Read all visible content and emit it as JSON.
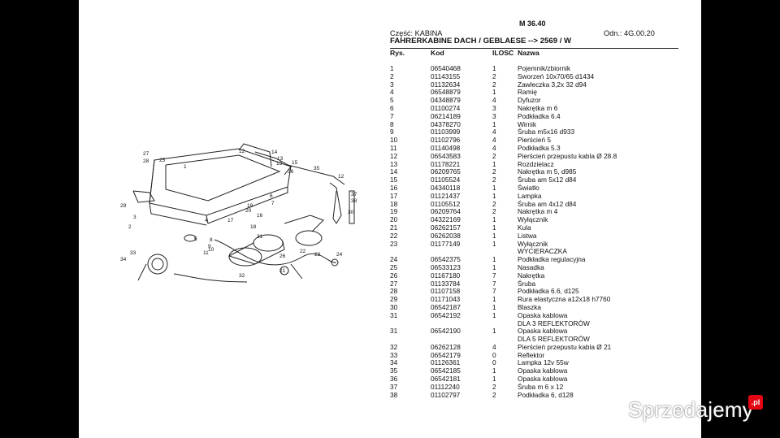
{
  "header": {
    "code": "M 36.40",
    "part_label": "Część: KABINA",
    "odn": "Odn.: 4G.00.20",
    "title": "FAHRERKABINE DACH / GEBLAESE --> 2569 / W"
  },
  "columns": [
    "Rys.",
    "Kod",
    "ILOSC",
    "Nazwa"
  ],
  "rows": [
    {
      "rys": "1",
      "kod": "06540468",
      "ilosc": "1",
      "nazwa": "Pojemnik/zbiornik"
    },
    {
      "rys": "2",
      "kod": "01143155",
      "ilosc": "2",
      "nazwa": "Sworzeń 10x70/65 d1434"
    },
    {
      "rys": "3",
      "kod": "01132634",
      "ilosc": "2",
      "nazwa": "Zawleczka 3,2x 32 d94"
    },
    {
      "rys": "4",
      "kod": "06548879",
      "ilosc": "1",
      "nazwa": "Ramię"
    },
    {
      "rys": "5",
      "kod": "04348879",
      "ilosc": "4",
      "nazwa": "Dyfuzor"
    },
    {
      "rys": "6",
      "kod": "01100274",
      "ilosc": "3",
      "nazwa": "Nakrętka m 6"
    },
    {
      "rys": "7",
      "kod": "06214189",
      "ilosc": "3",
      "nazwa": "Podkładka 6.4"
    },
    {
      "rys": "8",
      "kod": "04378270",
      "ilosc": "1",
      "nazwa": "Wirnik"
    },
    {
      "rys": "9",
      "kod": "01103999",
      "ilosc": "4",
      "nazwa": "Śruba m5x16 d933"
    },
    {
      "rys": "10",
      "kod": "01102796",
      "ilosc": "4",
      "nazwa": "Pierścień 5"
    },
    {
      "rys": "11",
      "kod": "01140498",
      "ilosc": "4",
      "nazwa": "Podkładka 5.3"
    },
    {
      "rys": "12",
      "kod": "06543583",
      "ilosc": "2",
      "nazwa": "Pierścień przepustu kabla Ø 28.8"
    },
    {
      "rys": "13",
      "kod": "01178221",
      "ilosc": "1",
      "nazwa": "Rozdzielacz"
    },
    {
      "rys": "14",
      "kod": "06209765",
      "ilosc": "2",
      "nazwa": "Nakrętka m 5, d985"
    },
    {
      "rys": "15",
      "kod": "01105524",
      "ilosc": "2",
      "nazwa": "Śruba am 5x12 d84"
    },
    {
      "rys": "16",
      "kod": "04340118",
      "ilosc": "1",
      "nazwa": "Światło"
    },
    {
      "rys": "17",
      "kod": "01121437",
      "ilosc": "1",
      "nazwa": "Lampka"
    },
    {
      "rys": "18",
      "kod": "01105512",
      "ilosc": "2",
      "nazwa": "Śruba am 4x12 d84"
    },
    {
      "rys": "19",
      "kod": "06209764",
      "ilosc": "2",
      "nazwa": "Nakrętka m 4"
    },
    {
      "rys": "20",
      "kod": "04322169",
      "ilosc": "1",
      "nazwa": "Wyłącznik"
    },
    {
      "rys": "21",
      "kod": "06262157",
      "ilosc": "1",
      "nazwa": "Kula"
    },
    {
      "rys": "22",
      "kod": "06262038",
      "ilosc": "1",
      "nazwa": "Listwa"
    },
    {
      "rys": "23",
      "kod": "01177149",
      "ilosc": "1",
      "nazwa": "Wyłącznik"
    },
    {
      "rys": "",
      "kod": "",
      "ilosc": "",
      "nazwa": "WYCIERACZKA"
    },
    {
      "rys": "24",
      "kod": "06542375",
      "ilosc": "1",
      "nazwa": "Podkładka regulacyjna"
    },
    {
      "rys": "25",
      "kod": "06533123",
      "ilosc": "1",
      "nazwa": "Nasadka"
    },
    {
      "rys": "26",
      "kod": "01167180",
      "ilosc": "7",
      "nazwa": "Nakrętka"
    },
    {
      "rys": "27",
      "kod": "01133784",
      "ilosc": "7",
      "nazwa": "Śruba"
    },
    {
      "rys": "28",
      "kod": "01107158",
      "ilosc": "7",
      "nazwa": "Podkładka 6.6, d125"
    },
    {
      "rys": "29",
      "kod": "01171043",
      "ilosc": "1",
      "nazwa": "Rura elastyczna a12x18 h7760"
    },
    {
      "rys": "30",
      "kod": "06542187",
      "ilosc": "1",
      "nazwa": "Blaszka"
    },
    {
      "rys": "31",
      "kod": "06542192",
      "ilosc": "1",
      "nazwa": "Opaska kablowa"
    },
    {
      "rys": "",
      "kod": "",
      "ilosc": "",
      "nazwa": "DLA 3 REFLEKTORÓW"
    },
    {
      "rys": "31",
      "kod": "06542190",
      "ilosc": "1",
      "nazwa": "Opaska kablowa"
    },
    {
      "rys": "",
      "kod": "",
      "ilosc": "",
      "nazwa": "DLA 5 REFLEKTORÓW"
    },
    {
      "rys": "32",
      "kod": "06262128",
      "ilosc": "4",
      "nazwa": "Pierścień przepustu kabla Ø 21"
    },
    {
      "rys": "33",
      "kod": "06542179",
      "ilosc": "0",
      "nazwa": "Reflektor"
    },
    {
      "rys": "34",
      "kod": "01126361",
      "ilosc": "0",
      "nazwa": "Lampka 12v 55w"
    },
    {
      "rys": "35",
      "kod": "06542185",
      "ilosc": "1",
      "nazwa": "Opaska kablowa"
    },
    {
      "rys": "36",
      "kod": "06542181",
      "ilosc": "1",
      "nazwa": "Opaska kablowa"
    },
    {
      "rys": "37",
      "kod": "01112240",
      "ilosc": "2",
      "nazwa": "Śruba m 6 x 12"
    },
    {
      "rys": "38",
      "kod": "01102797",
      "ilosc": "2",
      "nazwa": "Podkładka 6, d128"
    }
  ],
  "diagram_labels": [
    "27",
    "28",
    "25",
    "1",
    "12",
    "14",
    "13",
    "15",
    "35",
    "12",
    "37",
    "38",
    "30",
    "36",
    "29",
    "2",
    "3",
    "4",
    "5",
    "6",
    "7",
    "8",
    "9",
    "11",
    "10",
    "16",
    "17",
    "18",
    "19",
    "20",
    "21",
    "22",
    "23",
    "24",
    "26",
    "31",
    "32",
    "33",
    "34"
  ],
  "watermark": "Sprzedajemy",
  "watermark_badge": ".pl"
}
